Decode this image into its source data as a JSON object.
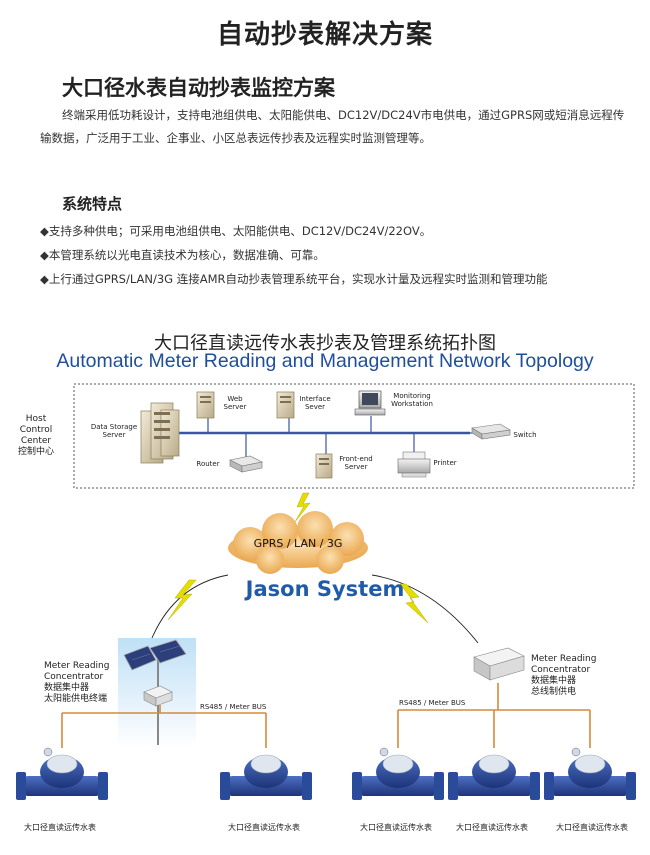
{
  "page": {
    "title": "自动抄表解决方案",
    "subtitle": "大口径水表自动抄表监控方案",
    "intro": "终端采用低功耗设计，支持电池组供电、太阳能供电、DC12V/DC24V市电供电，通过GPRS网或短消息远程传输数据，广泛用于工业、企事业、小区总表远传抄表及远程实时监测管理等。",
    "features_heading": "系统特点",
    "features": [
      "◆支持多种供电；可采用电池组供电、太阳能供电、DC12V/DC24V/22OV。",
      "◆本管理系统以光电直读技术为核心，数据准确、可靠。",
      "◆上行通过GPRS/LAN/3G 连接AMR自动抄表管理系统平台，实现水计量及远程实时监测和管理功能"
    ]
  },
  "topology": {
    "title_cn": "大口径直读远传水表抄表及管理系统拓扑图",
    "title_en": "Automatic Meter Reading and Management Network Topology",
    "host": {
      "label_en": [
        "Host",
        "Control",
        "Center"
      ],
      "label_cn": "控制中心"
    },
    "devices": {
      "data_storage": [
        "Data Storage",
        "Server"
      ],
      "web_server": [
        "Web",
        "Server"
      ],
      "interface_server": [
        "Interface",
        "Sever"
      ],
      "monitoring": [
        "Monitoring",
        "Workstation"
      ],
      "switch": "Switch",
      "router": "Router",
      "frontend": [
        "Front-end",
        "Server"
      ],
      "printer": "Printer"
    },
    "network": "GPRS / LAN / 3G",
    "system_name": "Jason  System",
    "left_concentrator": {
      "label": [
        "Meter Reading",
        "Concentrator",
        "数据集中器",
        "太阳能供电终端"
      ],
      "bus": "RS485 / Meter BUS"
    },
    "right_concentrator": {
      "label": [
        "Meter Reading",
        "Concentrator",
        "数据集中器",
        "总线制供电"
      ],
      "bus": "RS485 / Meter BUS"
    },
    "meter_caption": "大口径直读远传水表"
  },
  "colors": {
    "accent_blue": "#1f4e9c",
    "bus_orange": "#d8893a",
    "lightning": "#d7d400",
    "cloud": "#f3c37a",
    "meter_blue": "#2a4a9a"
  }
}
